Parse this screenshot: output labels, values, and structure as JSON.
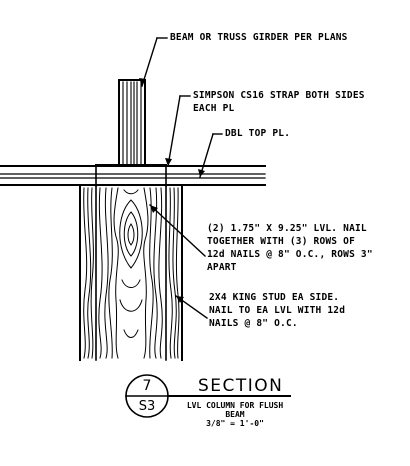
{
  "notes": {
    "beam": "BEAM OR TRUSS GIRDER PER PLANS",
    "strap": [
      "SIMPSON CS16 STRAP BOTH SIDES",
      "EACH PL"
    ],
    "top_plate": "DBL TOP PL.",
    "lvl": [
      "(2) 1.75\" X 9.25\" LVL. NAIL",
      "TOGETHER WITH (3) ROWS OF",
      "12d NAILS @ 8\" O.C., ROWS 3\"",
      "APART"
    ],
    "king_stud": [
      "2X4 KING STUD EA SIDE.",
      "NAIL TO EA LVL WITH 12d",
      "NAILS @ 8\" O.C."
    ]
  },
  "title_block": {
    "detail_number": "7",
    "sheet_number": "S3",
    "title": "SECTION",
    "subtitle": [
      "LVL COLUMN FOR FLUSH",
      "BEAM"
    ],
    "scale": "3/8\" = 1'-0\""
  }
}
